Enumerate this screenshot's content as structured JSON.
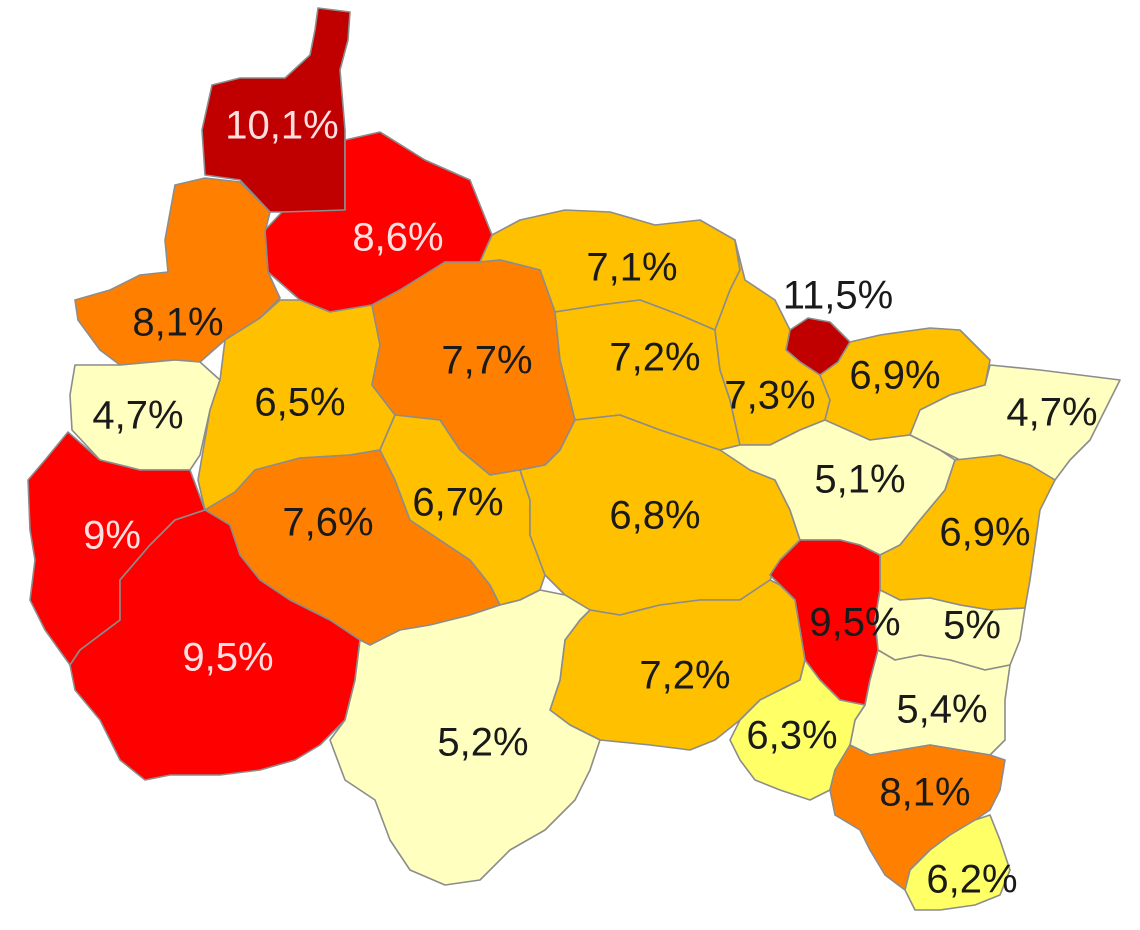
{
  "legend_colors": {
    "dark_red": "#c00000",
    "red": "#ff0000",
    "orange": "#ff8000",
    "amber": "#ffc000",
    "light_yellow": "#ffff66",
    "pale_yellow": "#ffffc0",
    "label_light": "#ffe0e0",
    "label_dark": "#1a1a1a"
  },
  "regions": [
    {
      "id": "r01",
      "label": "10,1%",
      "value": 10.1,
      "color": "#c00000",
      "label_color": "#ffe0e0"
    },
    {
      "id": "r02",
      "label": "8,6%",
      "value": 8.6,
      "color": "#ff0000",
      "label_color": "#ffe0e0"
    },
    {
      "id": "r03",
      "label": "8,1%",
      "value": 8.1,
      "color": "#ff8000",
      "label_color": "#1a1a1a"
    },
    {
      "id": "r04",
      "label": "7,1%",
      "value": 7.1,
      "color": "#ffc000",
      "label_color": "#1a1a1a"
    },
    {
      "id": "r05",
      "label": "11,5%",
      "value": 11.5,
      "color": "#c00000",
      "label_color": "#1a1a1a"
    },
    {
      "id": "r06",
      "label": "4,7%",
      "value": 4.7,
      "color": "#ffffc0",
      "label_color": "#1a1a1a"
    },
    {
      "id": "r07",
      "label": "6,5%",
      "value": 6.5,
      "color": "#ffc000",
      "label_color": "#1a1a1a"
    },
    {
      "id": "r08",
      "label": "7,7%",
      "value": 7.7,
      "color": "#ff8000",
      "label_color": "#1a1a1a"
    },
    {
      "id": "r09",
      "label": "7,2%",
      "value": 7.2,
      "color": "#ffc000",
      "label_color": "#1a1a1a"
    },
    {
      "id": "r10",
      "label": "7,3%",
      "value": 7.3,
      "color": "#ffc000",
      "label_color": "#1a1a1a"
    },
    {
      "id": "r11",
      "label": "6,9%",
      "value": 6.9,
      "color": "#ffc000",
      "label_color": "#1a1a1a"
    },
    {
      "id": "r12",
      "label": "4,7%",
      "value": 4.7,
      "color": "#ffffc0",
      "label_color": "#1a1a1a"
    },
    {
      "id": "r13",
      "label": "9%",
      "value": 9.0,
      "color": "#ff0000",
      "label_color": "#ffe0e0"
    },
    {
      "id": "r14",
      "label": "7,6%",
      "value": 7.6,
      "color": "#ff8000",
      "label_color": "#1a1a1a"
    },
    {
      "id": "r15",
      "label": "6,7%",
      "value": 6.7,
      "color": "#ffc000",
      "label_color": "#1a1a1a"
    },
    {
      "id": "r16",
      "label": "6,8%",
      "value": 6.8,
      "color": "#ffc000",
      "label_color": "#1a1a1a"
    },
    {
      "id": "r17",
      "label": "5,1%",
      "value": 5.1,
      "color": "#ffffc0",
      "label_color": "#1a1a1a"
    },
    {
      "id": "r18",
      "label": "6,9%",
      "value": 6.9,
      "color": "#ffc000",
      "label_color": "#1a1a1a"
    },
    {
      "id": "r19",
      "label": "9,5%",
      "value": 9.5,
      "color": "#ff0000",
      "label_color": "#ffe0e0"
    },
    {
      "id": "r20",
      "label": "9,5%",
      "value": 9.5,
      "color": "#ff0000",
      "label_color": "#1a1a1a"
    },
    {
      "id": "r21",
      "label": "5%",
      "value": 5.0,
      "color": "#ffffc0",
      "label_color": "#1a1a1a"
    },
    {
      "id": "r22",
      "label": "7,2%",
      "value": 7.2,
      "color": "#ffc000",
      "label_color": "#1a1a1a"
    },
    {
      "id": "r23",
      "label": "5,4%",
      "value": 5.4,
      "color": "#ffffc0",
      "label_color": "#1a1a1a"
    },
    {
      "id": "r24",
      "label": "5,2%",
      "value": 5.2,
      "color": "#ffffc0",
      "label_color": "#1a1a1a"
    },
    {
      "id": "r25",
      "label": "6,3%",
      "value": 6.3,
      "color": "#ffff66",
      "label_color": "#1a1a1a"
    },
    {
      "id": "r26",
      "label": "8,1%",
      "value": 8.1,
      "color": "#ff8000",
      "label_color": "#1a1a1a"
    },
    {
      "id": "r27",
      "label": "6,2%",
      "value": 6.2,
      "color": "#ffff66",
      "label_color": "#1a1a1a"
    }
  ]
}
